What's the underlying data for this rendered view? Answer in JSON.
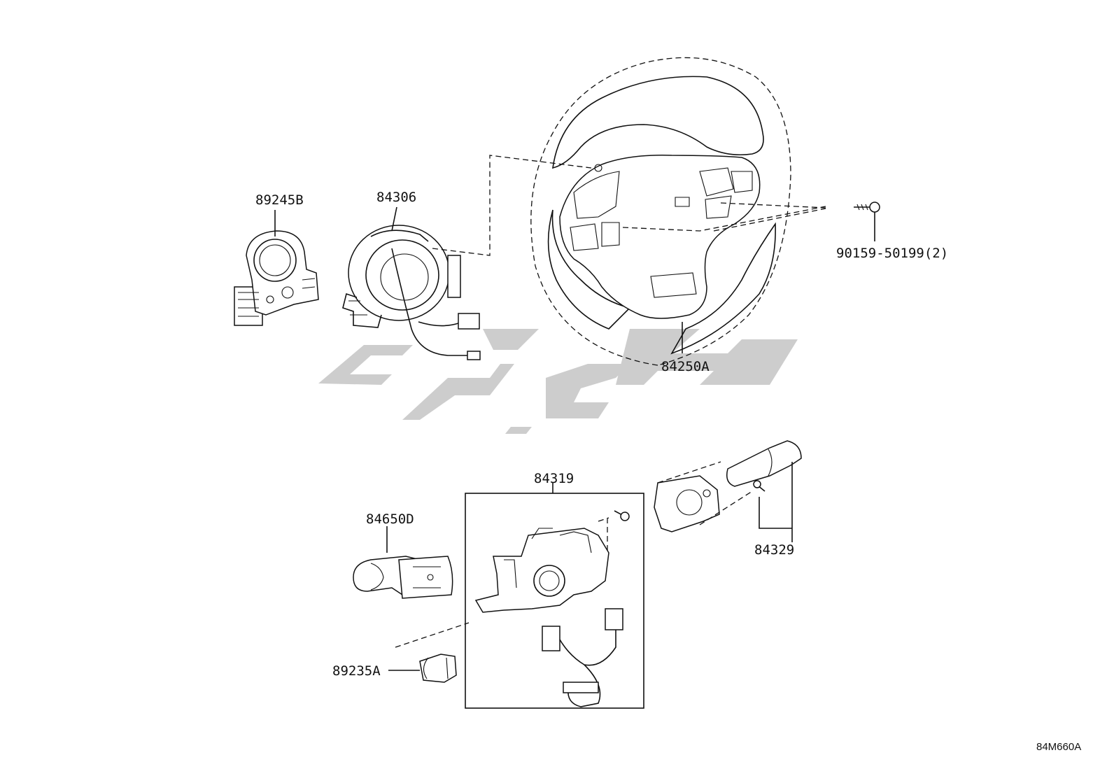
{
  "diagram_code": "84M660A",
  "watermark_text": "لوکس پارت",
  "parts": [
    {
      "id": "p1",
      "label": "89245B"
    },
    {
      "id": "p2",
      "label": "84306"
    },
    {
      "id": "p3",
      "label": "84250A"
    },
    {
      "id": "p4",
      "label": "90159-50199(2)"
    },
    {
      "id": "p5",
      "label": "84319"
    },
    {
      "id": "p6",
      "label": "84650D"
    },
    {
      "id": "p7",
      "label": "84329"
    },
    {
      "id": "p8",
      "label": "89235A"
    }
  ]
}
